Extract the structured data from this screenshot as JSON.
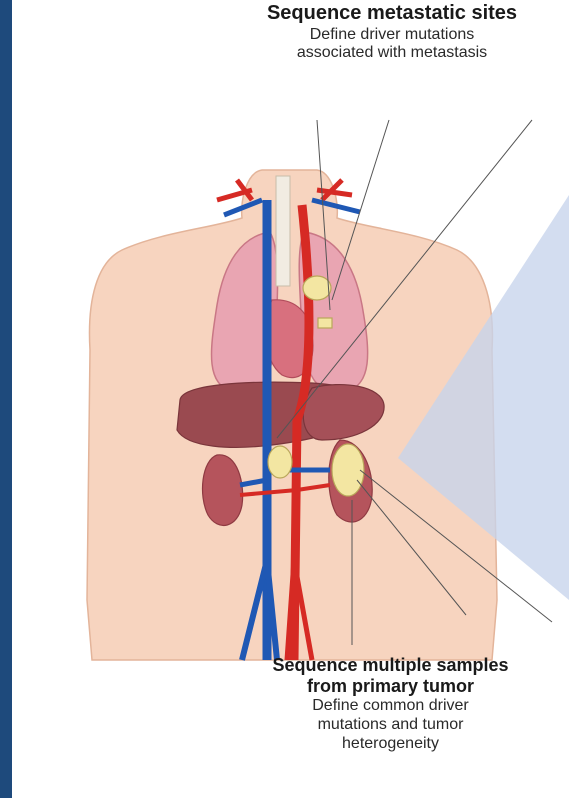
{
  "top_callout": {
    "title": "Sequence metastatic sites",
    "desc_line1": "Define driver mutations",
    "desc_line2": "associated with metastasis"
  },
  "bottom_callout": {
    "title_line1": "Sequence multiple samples",
    "title_line2": "from primary tumor",
    "desc_line1": "Define common driver",
    "desc_line2": "mutations and tumor",
    "desc_line3": "heterogeneity"
  },
  "colors": {
    "page_border": "#1e4a7c",
    "skin": "#f7d4bf",
    "lung": "#e9a5b2",
    "liver": "#9a4a50",
    "kidney": "#b5545c",
    "artery": "#d62a24",
    "vein": "#1f58b4",
    "tumor": "#f3e6a2",
    "callout_overlay": "#c7d4ec"
  }
}
